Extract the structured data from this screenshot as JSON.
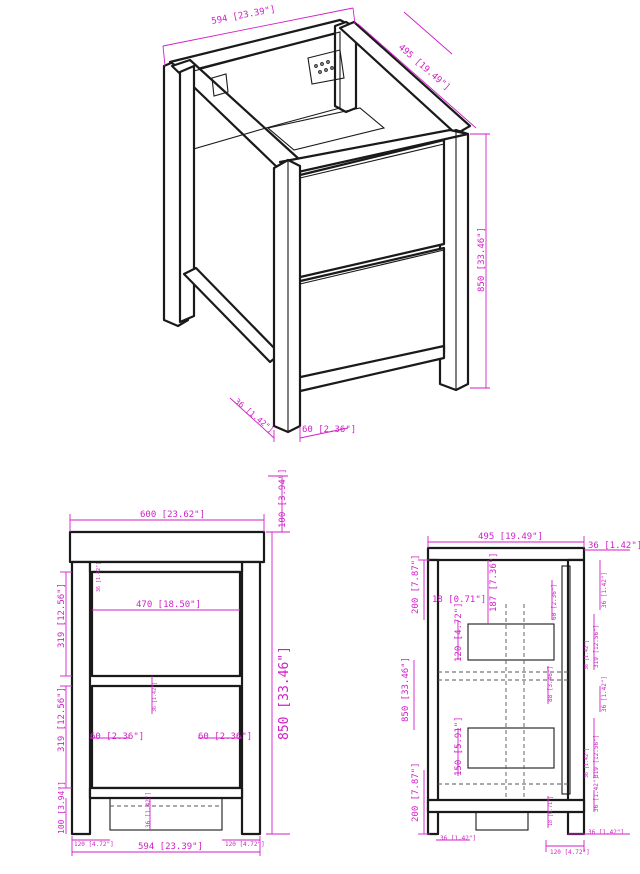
{
  "colors": {
    "dimension": "#d11fc8",
    "outline": "#1a1a1a",
    "background": "#ffffff"
  },
  "iso": {
    "width": "594 [23.39\"]",
    "depth": "495 [19.49\"]",
    "height": "850 [33.46\"]",
    "leg_depth": "36 [1.42\"]",
    "leg_width": "60 [2.36\"]"
  },
  "front": {
    "top_width": "600 [23.62\"]",
    "top_thickness": "100 [3.94\"]",
    "drawer_top": "319 [12.56\"]",
    "drawer_bottom": "319 [12.56\"]",
    "plinth": "100 [3.94\"]",
    "inner_width": "470 [18.50\"]",
    "gap": "36 [1.42\"]",
    "gap_mid": "36 [1.42\"]",
    "leg_left": "60 [2.36\"]",
    "leg_right": "60 [2.36\"]",
    "height": "850 [33.46\"]",
    "foot_left": "120 [4.72\"]",
    "base_width": "594 [23.39\"]",
    "foot_right": "120 [4.72\"]",
    "rail_small": "36 [1.42\"]",
    "gap_top": "36 [1.42\"]"
  },
  "side": {
    "depth": "495 [19.49\"]",
    "leg": "36 [1.42\"]",
    "top_rail": "200 [7.87\"]",
    "rail": "18 [0.71\"]",
    "drawer_top_offset": "187 [7.36\"]",
    "slide_gap": "60 [2.36\"]",
    "slide_upper": "120 [4.72\"]",
    "slide_lower": "150 [5.91\"]",
    "height": "850 [33.46\"]",
    "bottom_rail": "200 [7.87\"]",
    "right_top": "36 [1.42\"]",
    "right_mid_upper": "319 [12.56\"]",
    "right_mid_lower": "319 [12.56\"]",
    "right_bottom": "36 [1.42\"]",
    "divider": "36 [1.42\"]",
    "mid_gap": "88 [3.46\"]",
    "small_a": "36 [1.42\"]",
    "small_b": "36 [1.42\"]",
    "small_c": "18 [0.71\"]",
    "foot_left": "36 [1.42\"]",
    "foot_right": "120 [4.72\"]",
    "bottom_leg": "36 [1.42\"]"
  }
}
